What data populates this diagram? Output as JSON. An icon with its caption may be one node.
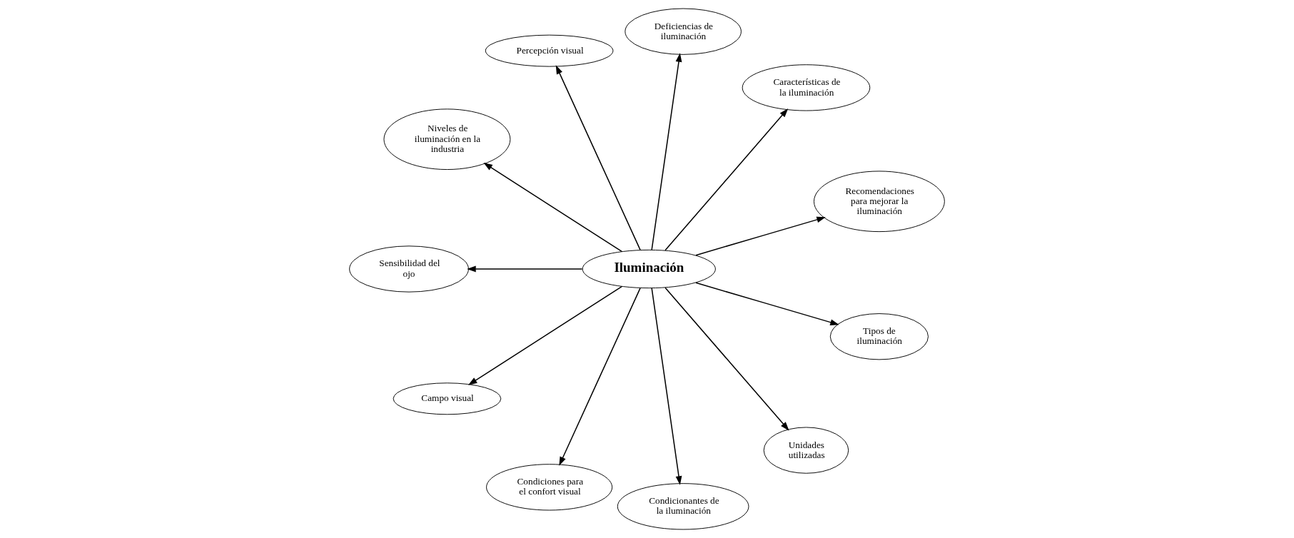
{
  "diagram": {
    "nodes": [
      {
        "text": [
          "Iluminación"
        ]
      },
      {
        "text": [
          "Recomendaciones para mejorar la iluminación"
        ]
      },
      {
        "text": [
          "Características de la iluminación"
        ]
      },
      {
        "text": [
          "Deficiencias de iluminación"
        ]
      },
      {
        "text": [
          "Percepción visual"
        ]
      },
      {
        "text": [
          "Niveles de iluminación en la industria"
        ]
      },
      {
        "text": [
          "Sensibilidad del ojo"
        ]
      },
      {
        "text": [
          "Campo visual"
        ]
      },
      {
        "text": [
          "Condiciones para el confort visual"
        ]
      },
      {
        "text": [
          "Condicionantes de la iluminación"
        ]
      },
      {
        "text": [
          "Unidades utilizadas"
        ]
      },
      {
        "text": [
          "Tipos de iluminación"
        ]
      }
    ],
    "edges": [
      {
        "from": 0,
        "to": 1,
        "arrow": "to"
      },
      {
        "from": 0,
        "to": 2,
        "arrow": "to"
      },
      {
        "from": 0,
        "to": 4,
        "arrow": "to"
      },
      {
        "from": 0,
        "to": 6,
        "arrow": "to"
      },
      {
        "from": 0,
        "to": 7,
        "arrow": "to"
      },
      {
        "from": 0,
        "to": 10,
        "arrow": "to"
      },
      {
        "from": 0,
        "to": 11,
        "arrow": "to"
      },
      {
        "from": 0,
        "to": 9,
        "arrow": "to"
      },
      {
        "from": 0,
        "to": 8,
        "arrow": "to"
      },
      {
        "from": 0,
        "to": 5,
        "arrow": "to"
      },
      {
        "from": 0,
        "to": 3,
        "arrow": "to"
      }
    ]
  }
}
